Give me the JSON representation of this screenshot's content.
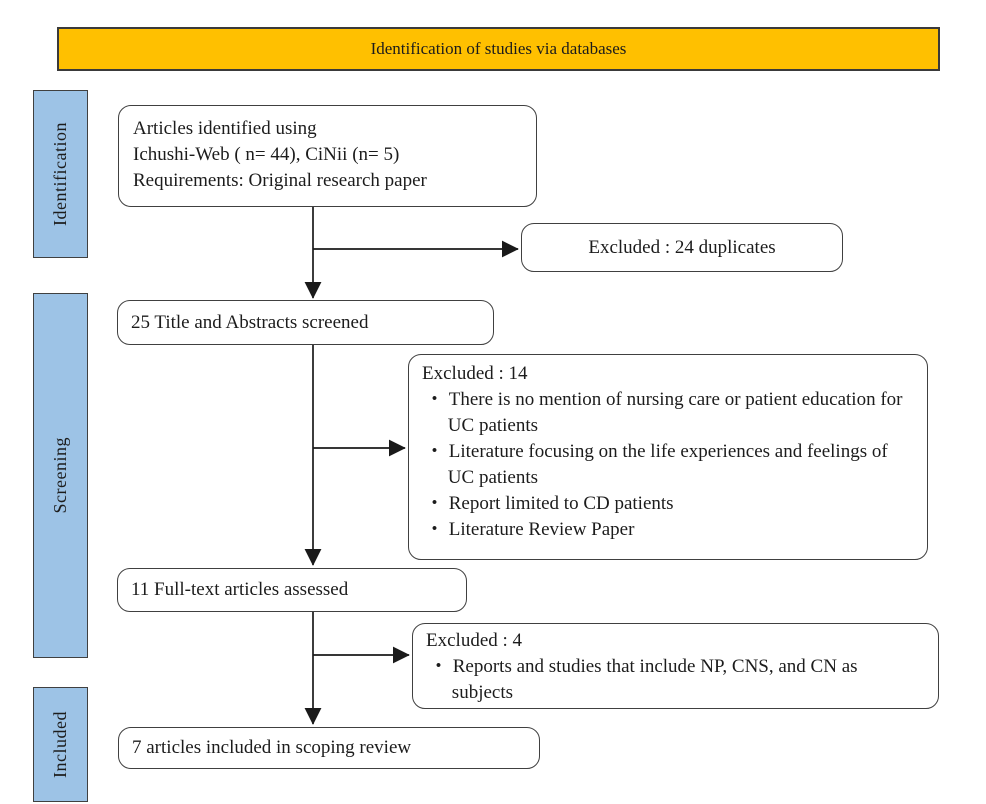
{
  "banner": {
    "title": "Identification of studies via databases"
  },
  "colors": {
    "banner_fill": "#FFC000",
    "stage_fill": "#9DC3E6",
    "border": "#404040",
    "arrow": "#1a1a1a",
    "text": "#1c1c1c"
  },
  "stages": [
    {
      "label": "Identification"
    },
    {
      "label": "Screening"
    },
    {
      "label": "Included"
    }
  ],
  "flow": {
    "identified": {
      "lines": [
        "Articles identified using",
        "Ichushi-Web ( n= 44), CiNii (n= 5)",
        "Requirements: Original research paper"
      ]
    },
    "excluded_duplicates": {
      "text": "Excluded : 24 duplicates"
    },
    "title_abstract_screened": {
      "text": "25 Title and Abstracts screened"
    },
    "excluded_screening": {
      "title": "Excluded : 14",
      "items": [
        "・ There is no mention of nursing care or patient education for UC patients",
        "・ Literature focusing on the life experiences and feelings of UC patients",
        "・ Report limited to CD patients",
        "・ Literature Review Paper"
      ]
    },
    "fulltext_assessed": {
      "text": "11 Full-text articles assessed"
    },
    "excluded_fulltext": {
      "title": "Excluded : 4",
      "items": [
        "・ Reports and studies that include NP, CNS, and CN as subjects"
      ]
    },
    "included_review": {
      "text": "7 articles included in scoping review"
    }
  }
}
